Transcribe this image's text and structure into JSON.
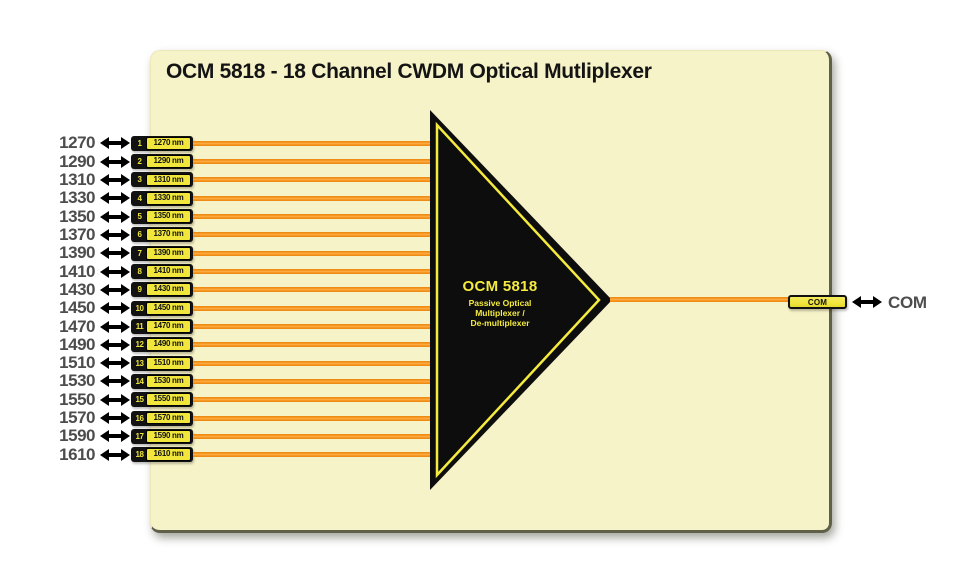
{
  "title": "OCM 5818 - 18 Channel CWDM Optical Mutliplexer",
  "multiplexer": {
    "name": "OCM 5818",
    "description_lines": [
      "Passive Optical",
      "Multiplexer /",
      "De-multiplexer"
    ]
  },
  "com_port": {
    "box_label": "COM",
    "external_label": "COM"
  },
  "channels": [
    {
      "num": "1",
      "wavelength": "1270",
      "port_label": "1270 nm"
    },
    {
      "num": "2",
      "wavelength": "1290",
      "port_label": "1290 nm"
    },
    {
      "num": "3",
      "wavelength": "1310",
      "port_label": "1310 nm"
    },
    {
      "num": "4",
      "wavelength": "1330",
      "port_label": "1330 nm"
    },
    {
      "num": "5",
      "wavelength": "1350",
      "port_label": "1350 nm"
    },
    {
      "num": "6",
      "wavelength": "1370",
      "port_label": "1370 nm"
    },
    {
      "num": "7",
      "wavelength": "1390",
      "port_label": "1390 nm"
    },
    {
      "num": "8",
      "wavelength": "1410",
      "port_label": "1410 nm"
    },
    {
      "num": "9",
      "wavelength": "1430",
      "port_label": "1430 nm"
    },
    {
      "num": "10",
      "wavelength": "1450",
      "port_label": "1450 nm"
    },
    {
      "num": "11",
      "wavelength": "1470",
      "port_label": "1470 nm"
    },
    {
      "num": "12",
      "wavelength": "1490",
      "port_label": "1490 nm"
    },
    {
      "num": "13",
      "wavelength": "1510",
      "port_label": "1510 nm"
    },
    {
      "num": "14",
      "wavelength": "1530",
      "port_label": "1530 nm"
    },
    {
      "num": "15",
      "wavelength": "1550",
      "port_label": "1550 nm"
    },
    {
      "num": "16",
      "wavelength": "1570",
      "port_label": "1570 nm"
    },
    {
      "num": "17",
      "wavelength": "1590",
      "port_label": "1590 nm"
    },
    {
      "num": "18",
      "wavelength": "1610",
      "port_label": "1610 nm"
    }
  ],
  "colors": {
    "panel_bg": "#F7F3C8",
    "panel_border": "#5F5F4A",
    "fiber_orange": "#F7941E",
    "fiber_orange_light": "#FBB04C",
    "label_yellow": "#F0E63C",
    "block_black": "#121212",
    "gray_text": "#4D4D4D",
    "triangle_yellow": "#F4EB3E"
  }
}
